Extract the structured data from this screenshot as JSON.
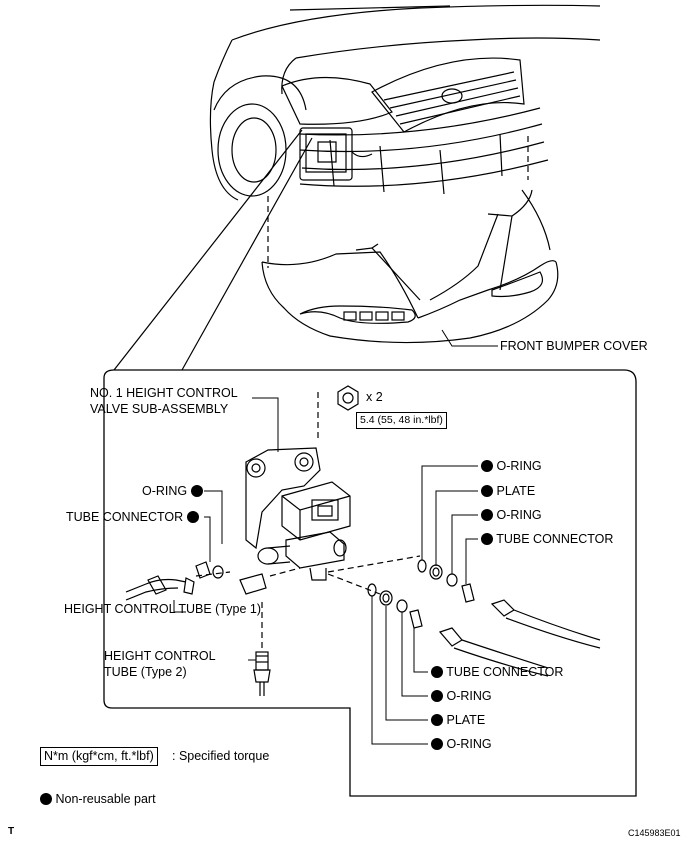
{
  "labels": {
    "front_bumper_cover": "FRONT BUMPER COVER",
    "valve_line1": "NO. 1 HEIGHT CONTROL",
    "valve_line2": "VALVE SUB-ASSEMBLY",
    "nut_qty": "x 2",
    "torque": "5.4 (55, 48 in.*lbf)",
    "left_oring": "O-RING",
    "left_tube_connector": "TUBE CONNECTOR",
    "tube_type1": "HEIGHT CONTROL TUBE (Type 1)",
    "tube_type2_line1": "HEIGHT CONTROL",
    "tube_type2_line2": "TUBE (Type 2)",
    "r_top_oring1": "O-RING",
    "r_top_plate": "PLATE",
    "r_top_oring2": "O-RING",
    "r_top_tube_connector": "TUBE CONNECTOR",
    "r_bot_tube_connector": "TUBE CONNECTOR",
    "r_bot_oring1": "O-RING",
    "r_bot_plate": "PLATE",
    "r_bot_oring2": "O-RING"
  },
  "legend": {
    "torque_unit": "N*m (kgf*cm, ft.*lbf)",
    "torque_desc": ": Specified torque",
    "nonreusable": "Non-reusable part"
  },
  "footer": {
    "corner": "T",
    "code": "C145983E01"
  }
}
